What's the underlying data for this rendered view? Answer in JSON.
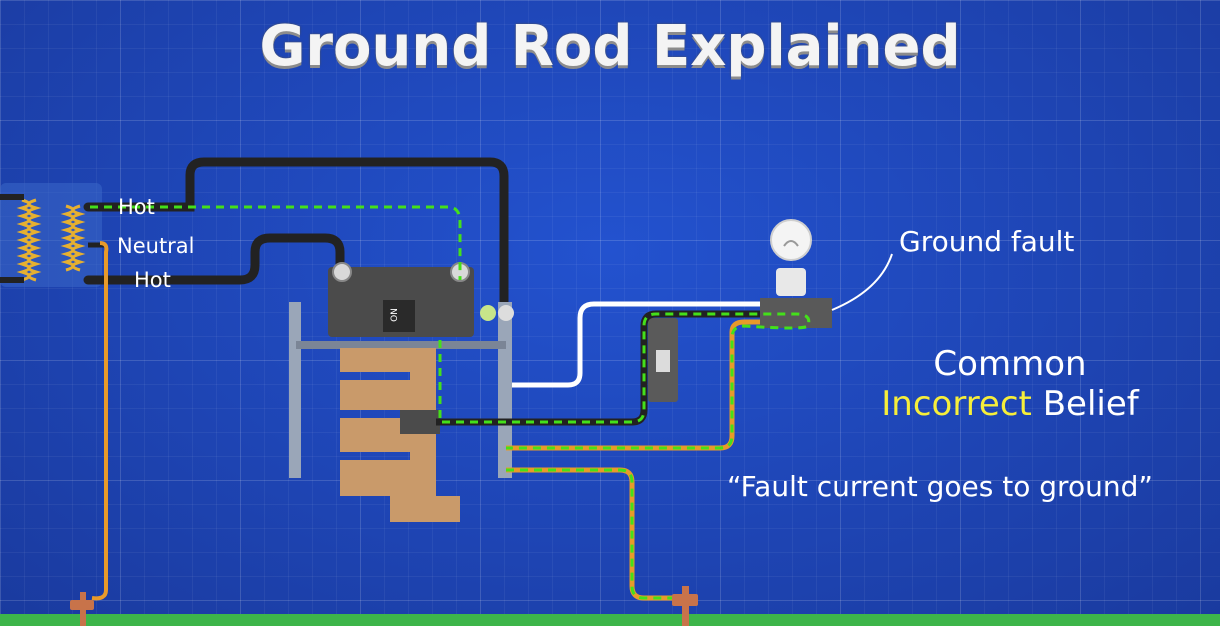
{
  "title": "Ground Rod Explained",
  "labels": {
    "hot_top": "Hot",
    "neutral": "Neutral",
    "hot_bottom": "Hot",
    "ground_fault": "Ground fault"
  },
  "belief": {
    "line1": "Common",
    "highlight": "Incorrect",
    "line2_rest": "Belief"
  },
  "quote": "“Fault current goes to ground”",
  "breaker_label": "ON",
  "colors": {
    "background": "#1e45b8",
    "hot_wire": "#222222",
    "neutral_wire": "#ffffff",
    "ground_wire": "#e89a2a",
    "fault_path": "#44e01a",
    "highlight_text": "#f6ee3a",
    "copper": "#c8734a",
    "busbar": "#c99a6a",
    "earth": "#3db54a"
  }
}
